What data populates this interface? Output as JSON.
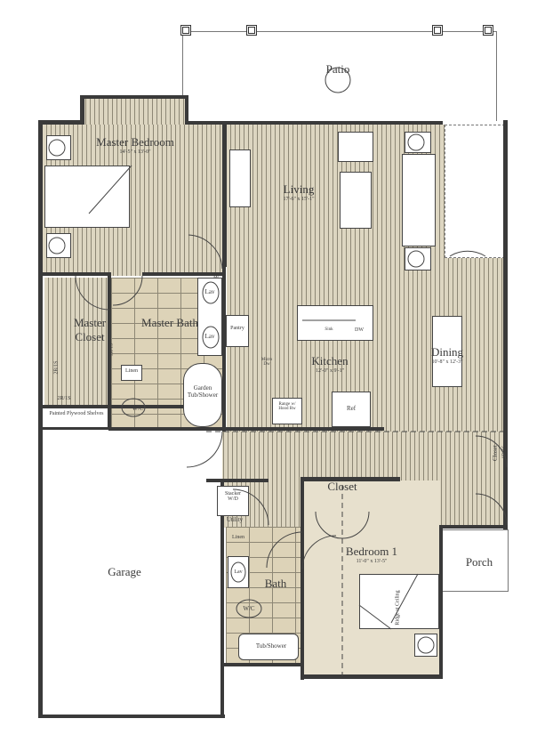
{
  "plan": {
    "rooms": {
      "patio": {
        "label": "Patio"
      },
      "master_bedroom": {
        "label": "Master Bedroom",
        "dim": "14'-5\" x 13'-0\""
      },
      "living": {
        "label": "Living",
        "dim": "17'-6\" x 15'-1\""
      },
      "kitchen": {
        "label": "Kitchen",
        "dim": "12'-0\" x 9'-1\""
      },
      "dining": {
        "label": "Dining",
        "dim": "10'-8\" x 12'-3\""
      },
      "master_closet": {
        "label": "Master Closet"
      },
      "master_bath": {
        "label": "Master Bath"
      },
      "garage": {
        "label": "Garage"
      },
      "closet": {
        "label": "Closet"
      },
      "bedroom1": {
        "label": "Bedroom 1",
        "dim": "11'-0\" x 13'-5\""
      },
      "bath": {
        "label": "Bath"
      },
      "utility": {
        "label": "Utility"
      },
      "porch": {
        "label": "Porch"
      },
      "hall_closet": {
        "label": "Closet"
      }
    },
    "fixtures": {
      "lav1": "Lav",
      "lav2": "Lav",
      "lav3": "Lav",
      "mc": "MC",
      "pantry": "Pantry",
      "micro": "Micro Dw",
      "garden_tub": "Garden Tub/Shower",
      "wc1": "W/C",
      "wc2": "W/C",
      "linen1": "Linen",
      "linen2": "Linen",
      "shelf_1r": "1R/1S",
      "shelf_2r": "2R/1S",
      "shelf_2r_b": "2R/1S",
      "hall_shelf": "1R/1S",
      "plywood": "Painted Plywood Shelves",
      "range": "Range w/ Hood Rw",
      "ref": "Ref",
      "sink": "Sink",
      "dw": "DW",
      "stacker": "Stacker W/D",
      "tub": "Tub/Shower",
      "ridge": "Ridge at Ceiling"
    },
    "colors": {
      "floor_stripe": "#ddd6c1",
      "tile": "#ddd3b8",
      "carpet": "#e7e0cd",
      "wall": "#3a3a3a"
    }
  }
}
